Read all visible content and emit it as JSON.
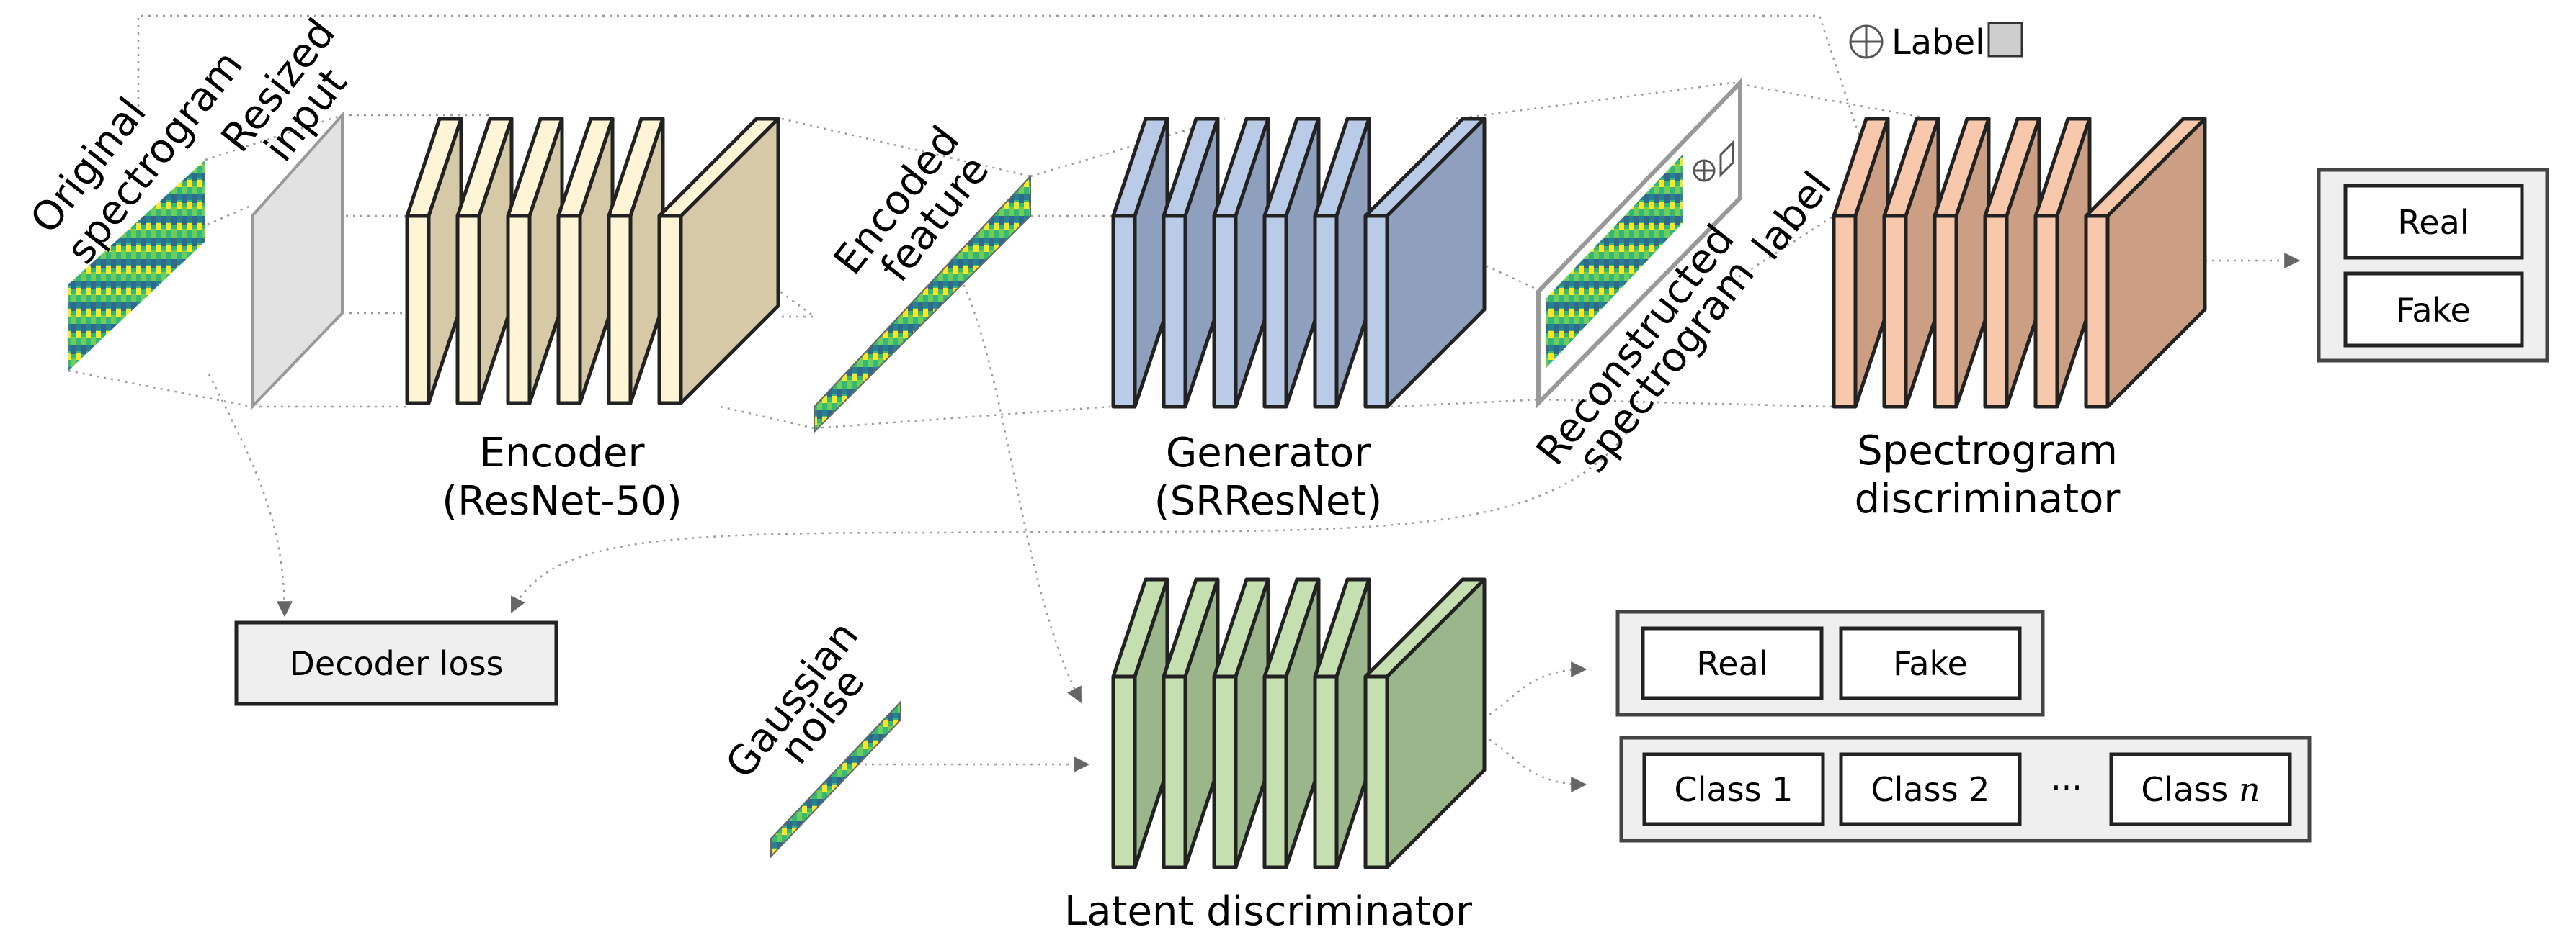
{
  "legend": {
    "symbol": "⊕",
    "text": "Label"
  },
  "labels": {
    "original_spectrogram": [
      "Original",
      "spectrogram"
    ],
    "resized_input": [
      "Resized",
      "input"
    ],
    "encoded_feature": [
      "Encoded",
      "feature"
    ],
    "reconstructed_spectrogram": [
      "Reconstructed",
      "spectrogram"
    ],
    "reconstructed_label": "label",
    "gaussian_noise": [
      "Gaussian",
      "noise"
    ]
  },
  "encoder": {
    "title": "Encoder",
    "subtitle": "(ResNet-50)",
    "front_color": "#fdf5d6",
    "side_color": "#d6c9a8"
  },
  "generator": {
    "title": "Generator",
    "subtitle": "(SRResNet)",
    "front_color": "#b9cbe6",
    "side_color": "#8ea0bd"
  },
  "spectrogram_discriminator": {
    "title": "Spectrogram",
    "subtitle": "discriminator",
    "front_color": "#f7c8ac",
    "side_color": "#cc9f85"
  },
  "latent_discriminator": {
    "title": "Latent discriminator",
    "front_color": "#c5dfb0",
    "side_color": "#9bb68a"
  },
  "decoder_loss": "Decoder loss",
  "spec_outputs": [
    "Real",
    "Fake"
  ],
  "latent_outputs_rf": [
    "Real",
    "Fake"
  ],
  "latent_outputs_class": {
    "items": [
      "Class 1",
      "Class 2"
    ],
    "ellipsis": "···",
    "last_prefix": "Class ",
    "last_var": "n"
  },
  "colors": {
    "outline": "#222222",
    "panel": "#efefef",
    "plane": "#e2e2e2",
    "connector": "#888888"
  }
}
